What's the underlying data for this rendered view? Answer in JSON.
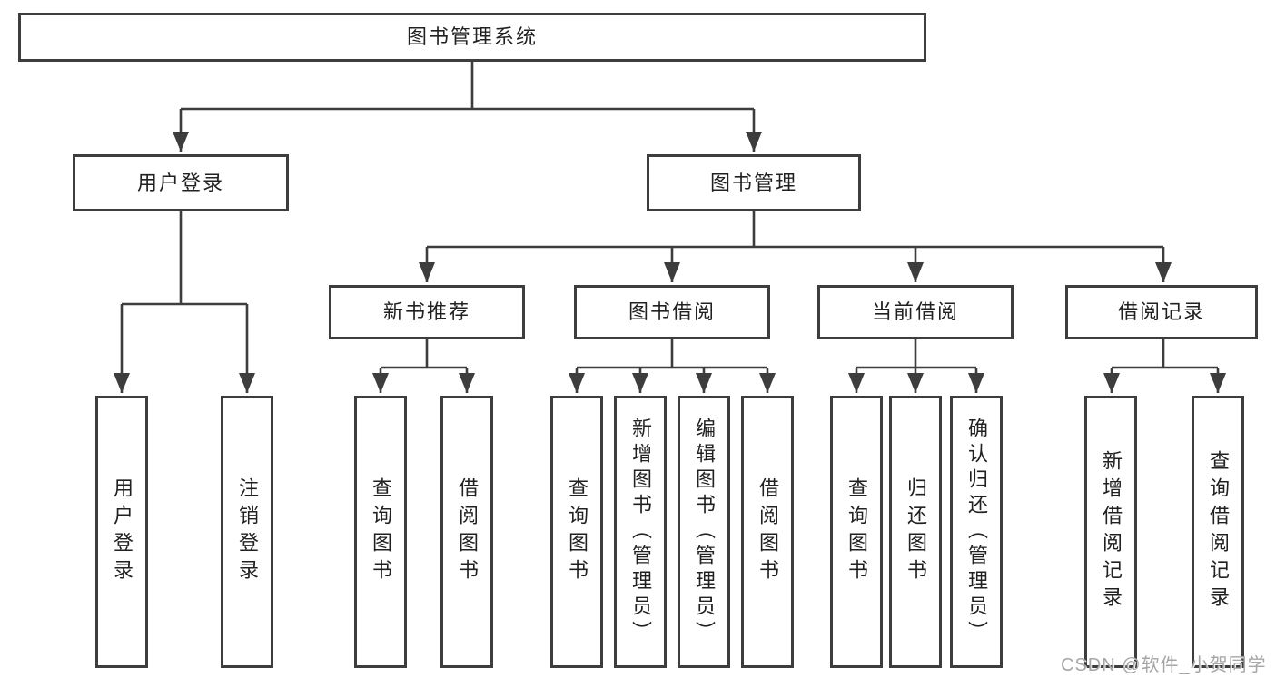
{
  "colors": {
    "border": "#3d3d3d",
    "line": "#3d3d3d",
    "text": "#212121",
    "background": "#ffffff",
    "watermark": "#a6a6a6"
  },
  "tree": {
    "root": {
      "label": "图书管理系统"
    },
    "branches": [
      {
        "label": "用户登录",
        "children": [
          {
            "label": "用户登录"
          },
          {
            "label": "注销登录"
          }
        ]
      },
      {
        "label": "图书管理",
        "children": [
          {
            "label": "新书推荐",
            "children": [
              {
                "label": "查询图书"
              },
              {
                "label": "借阅图书"
              }
            ]
          },
          {
            "label": "图书借阅",
            "children": [
              {
                "label": "查询图书"
              },
              {
                "label": "新增图书（管理员）"
              },
              {
                "label": "编辑图书（管理员）"
              },
              {
                "label": "借阅图书"
              }
            ]
          },
          {
            "label": "当前借阅",
            "children": [
              {
                "label": "查询图书"
              },
              {
                "label": "归还图书"
              },
              {
                "label": "确认归还（管理员）"
              }
            ]
          },
          {
            "label": "借阅记录",
            "children": [
              {
                "label": "新增借阅记录"
              },
              {
                "label": "查询借阅记录"
              }
            ]
          }
        ]
      }
    ]
  },
  "watermark": {
    "text": "CSDN @软件_小贺同学"
  }
}
